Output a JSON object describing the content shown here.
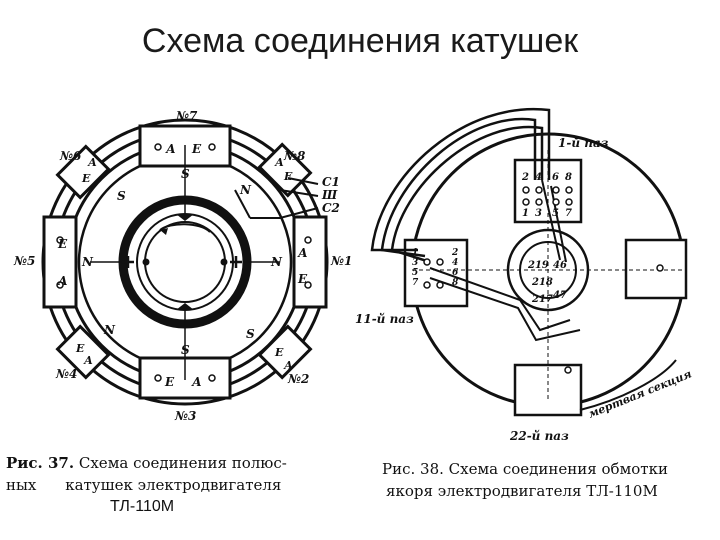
{
  "slide": {
    "title": "Схема соединения катушек"
  },
  "fig37": {
    "pole_labels": {
      "n7": "№7",
      "n8": "№8",
      "n1": "№1",
      "n2": "№2",
      "n3": "№3",
      "n4": "№4",
      "n5": "№5",
      "n6": "№6"
    },
    "terminals": {
      "c1": "С1",
      "sh": "Ш",
      "c2": "С2"
    },
    "letters": {
      "A": "А",
      "E": "Е",
      "N": "N",
      "S": "S"
    },
    "caption": {
      "number": "Рис. 37.",
      "line1_text": "Схема соединения полюс-",
      "line1_prefix": "ных",
      "line2": "катушек электродвигателя",
      "line3": "ТЛ-110М"
    }
  },
  "fig38": {
    "slot_labels": {
      "s1": "1-й паз",
      "s11": "11-й паз",
      "s22": "22-й паз"
    },
    "dead_section": "мертвая секция",
    "top_numbers": [
      "2",
      "4",
      "6",
      "8",
      "1",
      "3",
      "5",
      "7"
    ],
    "left_numbers": [
      "1",
      "3",
      "5",
      "7",
      "2",
      "4",
      "6",
      "8"
    ],
    "commutator_numbers": [
      "219",
      "46",
      "218",
      "217",
      "47"
    ],
    "caption": {
      "number": "Рис. 38.",
      "line1": "Схема соединения обмотки",
      "line2": "якоря электродвигателя ТЛ-110М"
    }
  }
}
